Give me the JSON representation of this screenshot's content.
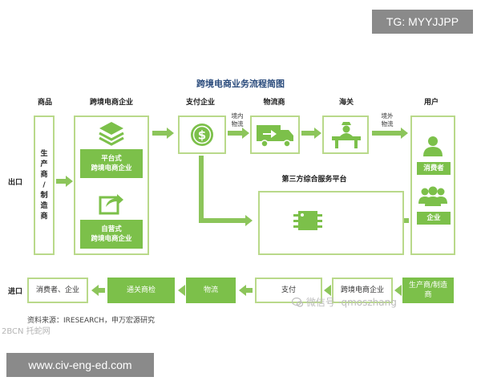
{
  "tag": "TG: MYYJJPP",
  "title": "跨境电商业务流程简图",
  "headers": {
    "goods": "商品",
    "cbec": "跨境电商企业",
    "payment": "支付企业",
    "logistics": "物流商",
    "customs": "海关",
    "users": "用户"
  },
  "export_label": "出口",
  "import_label": "进口",
  "manufacturer_vertical": [
    "生",
    "产",
    "商",
    "/",
    "制",
    "造",
    "商"
  ],
  "platform_label": [
    "平台式",
    "跨境电商企业"
  ],
  "self_label": [
    "自营式",
    "跨境电商企业"
  ],
  "flow_in": [
    "境内",
    "物流"
  ],
  "flow_out": [
    "境外",
    "物流"
  ],
  "third_party": "第三方综合服务平台",
  "consumer": "消费者",
  "enterprise": "企业",
  "import_flow": [
    "消费者、企业",
    "通关商检",
    "物流",
    "支付",
    "跨境电商企业",
    "生产商/制造商"
  ],
  "source": "资料来源：IRESEARCH，申万宏源研究",
  "watermark_left": "2BCN 托蛇网",
  "watermark_right": "微信号 ·qmoszhang",
  "url": "www.civ-eng-ed.com",
  "colors": {
    "green": "#7cc04a",
    "light_green": "#b9d98a",
    "title": "#2a4b7c"
  }
}
